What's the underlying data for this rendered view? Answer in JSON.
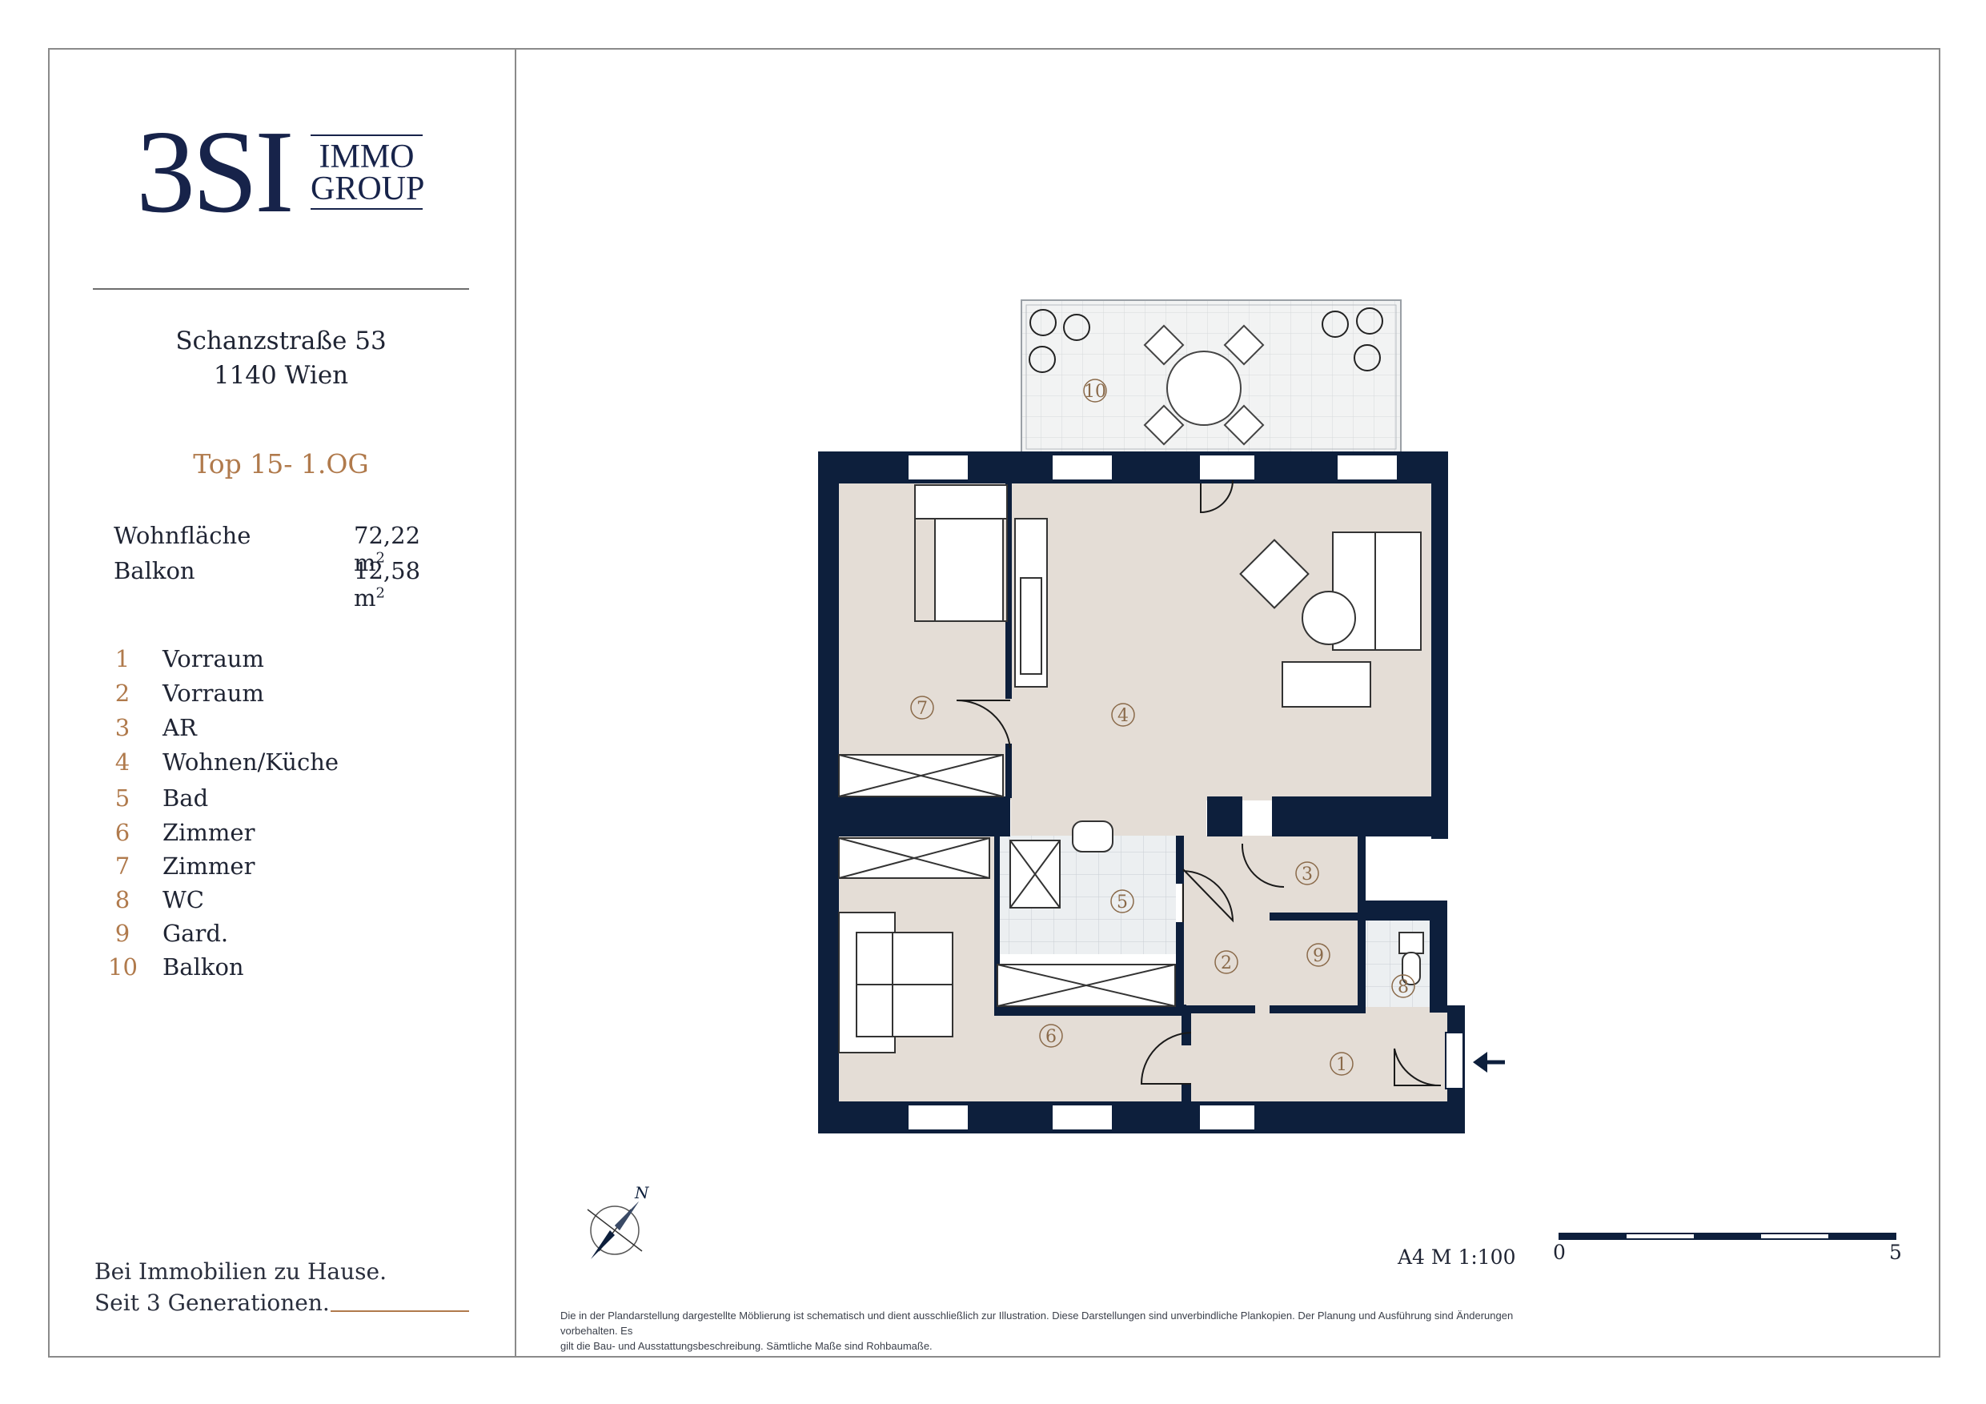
{
  "brand": {
    "logo_main": "3SI",
    "logo_sub_line1": "IMMO",
    "logo_sub_line2": "GROUP"
  },
  "address": {
    "street": "Schanzstraße 53",
    "city": "1140 Wien"
  },
  "unit": {
    "title": "Top 15- 1.OG"
  },
  "areas": [
    {
      "label": "Wohnfläche",
      "value": "72,22 m",
      "unit_sup": "2"
    },
    {
      "label": "Balkon",
      "value": "12,58 m",
      "unit_sup": "2"
    }
  ],
  "rooms": [
    {
      "number": "1",
      "name": "Vorraum"
    },
    {
      "number": "2",
      "name": "Vorraum"
    },
    {
      "number": "3",
      "name": "AR"
    },
    {
      "number": "4",
      "name": "Wohnen/Küche"
    },
    {
      "number": "5",
      "name": "Bad"
    },
    {
      "number": "6",
      "name": "Zimmer"
    },
    {
      "number": "7",
      "name": "Zimmer"
    },
    {
      "number": "8",
      "name": "WC"
    },
    {
      "number": "9",
      "name": "Gard."
    },
    {
      "number": "10",
      "name": "Balkon"
    }
  ],
  "slogan": {
    "line1": "Bei Immobilien zu Hause.",
    "line2": "Seit 3 Generationen."
  },
  "compass": {
    "label": "N"
  },
  "scale": {
    "text": "A4  M 1:100",
    "start": "0",
    "end": "5"
  },
  "disclaimer": {
    "line1": "Die in der Plandarstellung dargestellte Möblierung ist schematisch und dient ausschließlich zur Illustration. Diese Darstellungen sind unverbindliche Plankopien. Der Planung und Ausführung sind Änderungen vorbehalten. Es",
    "line2": "gilt die Bau- und Ausstattungsbeschreibung. Sämtliche Maße sind Rohbaumaße."
  },
  "colors": {
    "navy": "#0d1f3c",
    "accent": "#b07a4c",
    "floor": "#e4ddd6",
    "tile": "#e9ecef"
  }
}
